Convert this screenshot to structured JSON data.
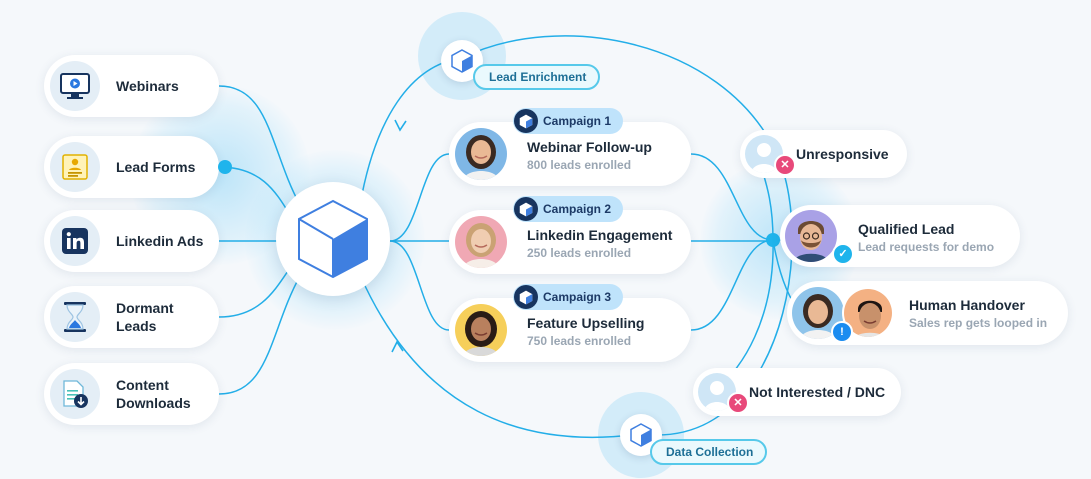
{
  "sources": [
    {
      "label": "Webinars",
      "icon": "webinar-screen-icon"
    },
    {
      "label": "Lead Forms",
      "icon": "lead-form-icon"
    },
    {
      "label": "Linkedin Ads",
      "icon": "linkedin-icon"
    },
    {
      "label": "Dormant Leads",
      "icon": "hourglass-icon"
    },
    {
      "label": "Content Downloads",
      "icon": "document-download-icon"
    }
  ],
  "hub": {
    "icon": "cube-icon"
  },
  "enrichment": {
    "label": "Lead Enrichment",
    "icon": "cube-icon"
  },
  "collection": {
    "label": "Data Collection",
    "icon": "cube-icon"
  },
  "campaigns": [
    {
      "badge": "Campaign 1",
      "title": "Webinar Follow-up",
      "subtitle": "800 leads enrolled"
    },
    {
      "badge": "Campaign 2",
      "title": "Linkedin Engagement",
      "subtitle": "250 leads enrolled"
    },
    {
      "badge": "Campaign 3",
      "title": "Feature Upselling",
      "subtitle": "750 leads enrolled"
    }
  ],
  "outcomes": {
    "unresponsive": {
      "title": "Unresponsive"
    },
    "qualified": {
      "title": "Qualified Lead",
      "subtitle": "Lead requests for demo"
    },
    "handover": {
      "title": "Human Handover",
      "subtitle": "Sales rep gets looped in"
    },
    "dnc": {
      "title": "Not Interested / DNC"
    }
  },
  "colors": {
    "accent": "#1fb4ec",
    "navy": "#17345f",
    "cube": "#3f7fe0",
    "success": "#1fb4ec",
    "danger": "#e8497a",
    "alert": "#1b8cf0"
  }
}
